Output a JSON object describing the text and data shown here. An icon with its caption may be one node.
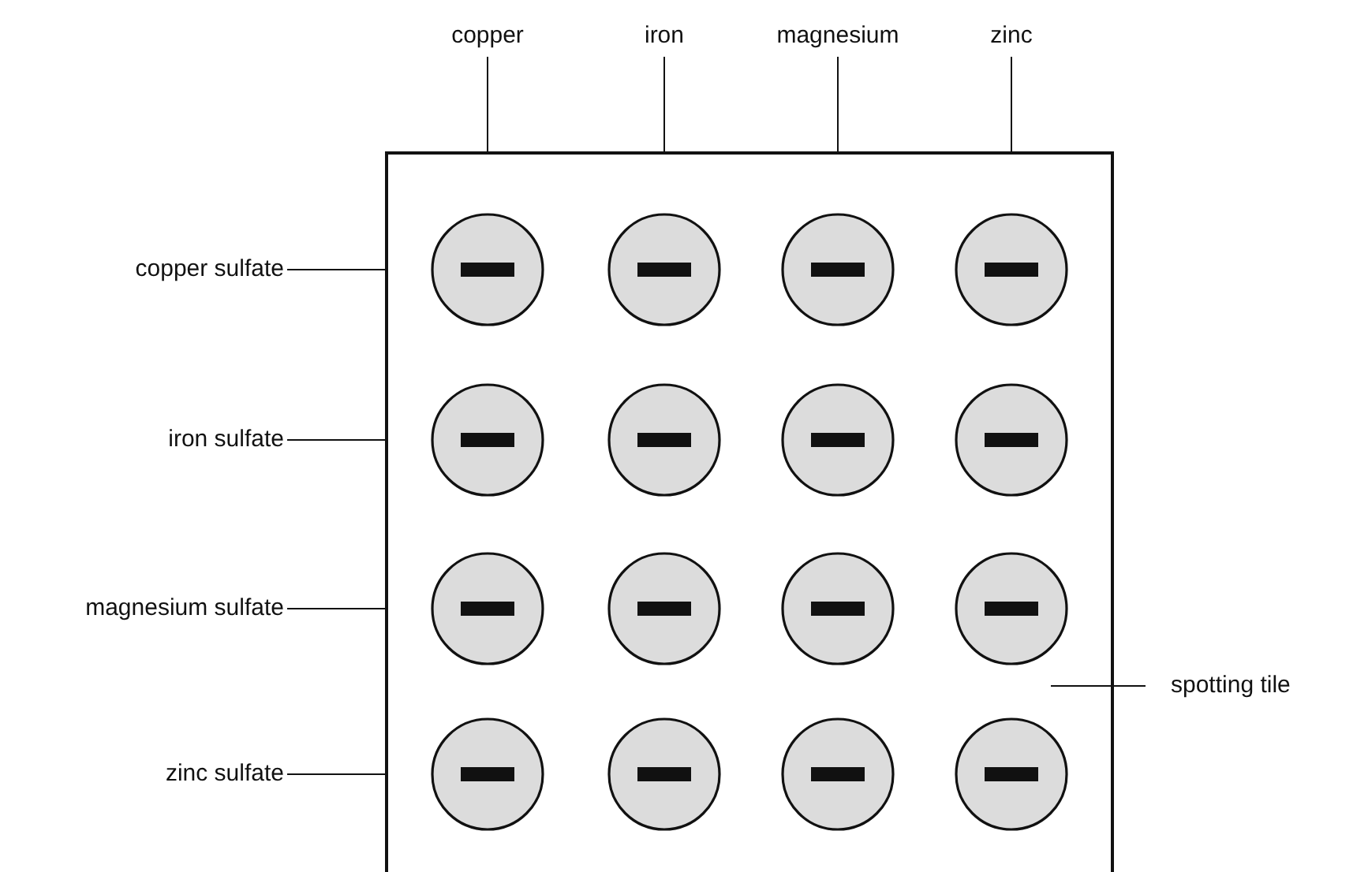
{
  "diagram": {
    "nodes": [
      {
        "text": [
          "copper"
        ]
      },
      {
        "text": [
          "iron"
        ]
      },
      {
        "text": [
          "magnesium"
        ]
      },
      {
        "text": [
          "zinc"
        ]
      },
      {
        "text": [],
        "shape": "box"
      },
      {
        "text": [
          "copper sulfate"
        ]
      },
      {
        "text": [
          "iron sulfate"
        ]
      },
      {
        "text": [
          "magnesium sulfate"
        ]
      },
      {
        "text": [
          "zinc sulfate"
        ]
      },
      {
        "text": [
          "spotting tile"
        ]
      }
    ],
    "edges": [
      {
        "from": 0,
        "to": 4,
        "arrow": "none"
      },
      {
        "from": 1,
        "to": 4,
        "arrow": "none"
      },
      {
        "from": 2,
        "to": 4,
        "arrow": "none"
      },
      {
        "from": 3,
        "to": 4,
        "arrow": "none"
      },
      {
        "from": 5,
        "to": 4,
        "arrow": "none"
      },
      {
        "from": 6,
        "to": 4,
        "arrow": "none"
      },
      {
        "from": 7,
        "to": 4,
        "arrow": "none"
      },
      {
        "from": 8,
        "to": 4,
        "arrow": "none"
      },
      {
        "from": 9,
        "to": 4,
        "arrow": "none"
      }
    ]
  }
}
